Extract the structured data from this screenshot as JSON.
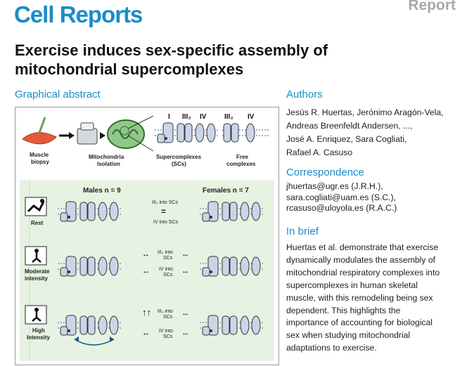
{
  "header": {
    "journal": "Cell Reports",
    "article_type": "Report"
  },
  "article": {
    "title_line1": "Exercise induces sex-specific assembly of",
    "title_line2": "mitochondrial supercomplexes"
  },
  "graphical_abstract": {
    "heading": "Graphical abstract",
    "workflow": {
      "muscle": "Muscle",
      "biopsy": "biopsy",
      "mito1": "Mitochondria",
      "mito2": "Isolation",
      "sc1": "Supercomplexes",
      "sc2": "(SCs)",
      "free1": "Free",
      "free2": "complexes",
      "label_I": "I",
      "label_III2": "III₂",
      "label_IV": "IV",
      "label_III2_free": "III₂",
      "label_IV_free": "IV"
    },
    "groups": {
      "males": "Males n = 9",
      "females": "Females n = 7"
    },
    "conditions": {
      "rest": "Rest",
      "moderate1": "Moderate",
      "moderate2": "intensity",
      "high1": "High",
      "high2": "Intensity"
    },
    "comparisons": {
      "rest_top": "III₂ into SCs",
      "rest_eq": "=",
      "rest_bottom": "IV into SCs",
      "mod_top1": "III₂ into",
      "mod_top2": "SCs",
      "mod_bot1": "IV into",
      "mod_bot2": "SCs",
      "high_top1": "III₂ into",
      "high_top2": "SCs",
      "high_bot1": "IV into",
      "high_bot2": "SCs"
    }
  },
  "authors": {
    "heading": "Authors",
    "line1": "Jesús R. Huertas, Jerónimo Aragón-Vela,",
    "line2": "Andreas Breenfeldt Andersen, ...,",
    "line3": "José A. Enriquez, Sara Cogliati,",
    "line4": "Rafael A. Casuso"
  },
  "correspondence": {
    "heading": "Correspondence",
    "email1": "jhuertas@ugr.es (J.R.H.),",
    "email2": "sara.cogliati@uam.es (S.C.),",
    "email3": "rcasuso@uloyola.es (R.A.C.)"
  },
  "in_brief": {
    "heading": "In brief",
    "lines": [
      "Huertas et al. demonstrate that exercise",
      "dynamically modulates the assembly of",
      "mitochondrial respiratory complexes into",
      "supercomplexes in human skeletal",
      "muscle, with this remodeling being sex",
      "dependent. This highlights the",
      "importance of accounting for biological",
      "sex when studying mitochondrial",
      "adaptations to exercise."
    ]
  },
  "colors": {
    "brand_blue": "#1a8cc7",
    "report_gray": "#a8a8a8",
    "panel_green": "#e6f2e2",
    "complex_fill": "#c9d6e8"
  }
}
